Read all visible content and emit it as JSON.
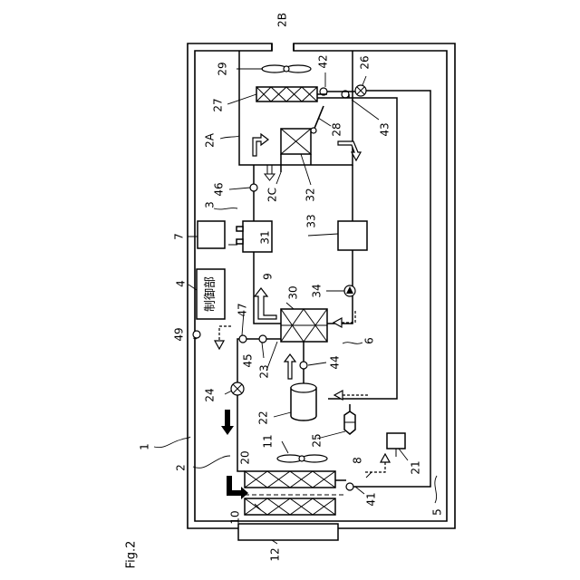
{
  "figure": {
    "caption": "Fig.2"
  },
  "components": {
    "controller_label": "制御部"
  },
  "labels": {
    "n1": "1",
    "n2": "2",
    "n2A": "2A",
    "n2B": "2B",
    "n2C": "2C",
    "n3": "3",
    "n4": "4",
    "n5": "5",
    "n6": "6",
    "n7": "7",
    "n8": "8",
    "n9": "9",
    "n10": "10",
    "n11": "11",
    "n12": "12",
    "n20": "20",
    "n21": "21",
    "n22": "22",
    "n23": "23",
    "n24": "24",
    "n25": "25",
    "n26": "26",
    "n27": "27",
    "n28": "28",
    "n29": "29",
    "n30": "30",
    "n31": "31",
    "n32": "32",
    "n33": "33",
    "n34": "34",
    "n41": "41",
    "n42": "42",
    "n43": "43",
    "n44": "44",
    "n45": "45",
    "n46": "46",
    "n47": "47",
    "n49": "49"
  }
}
